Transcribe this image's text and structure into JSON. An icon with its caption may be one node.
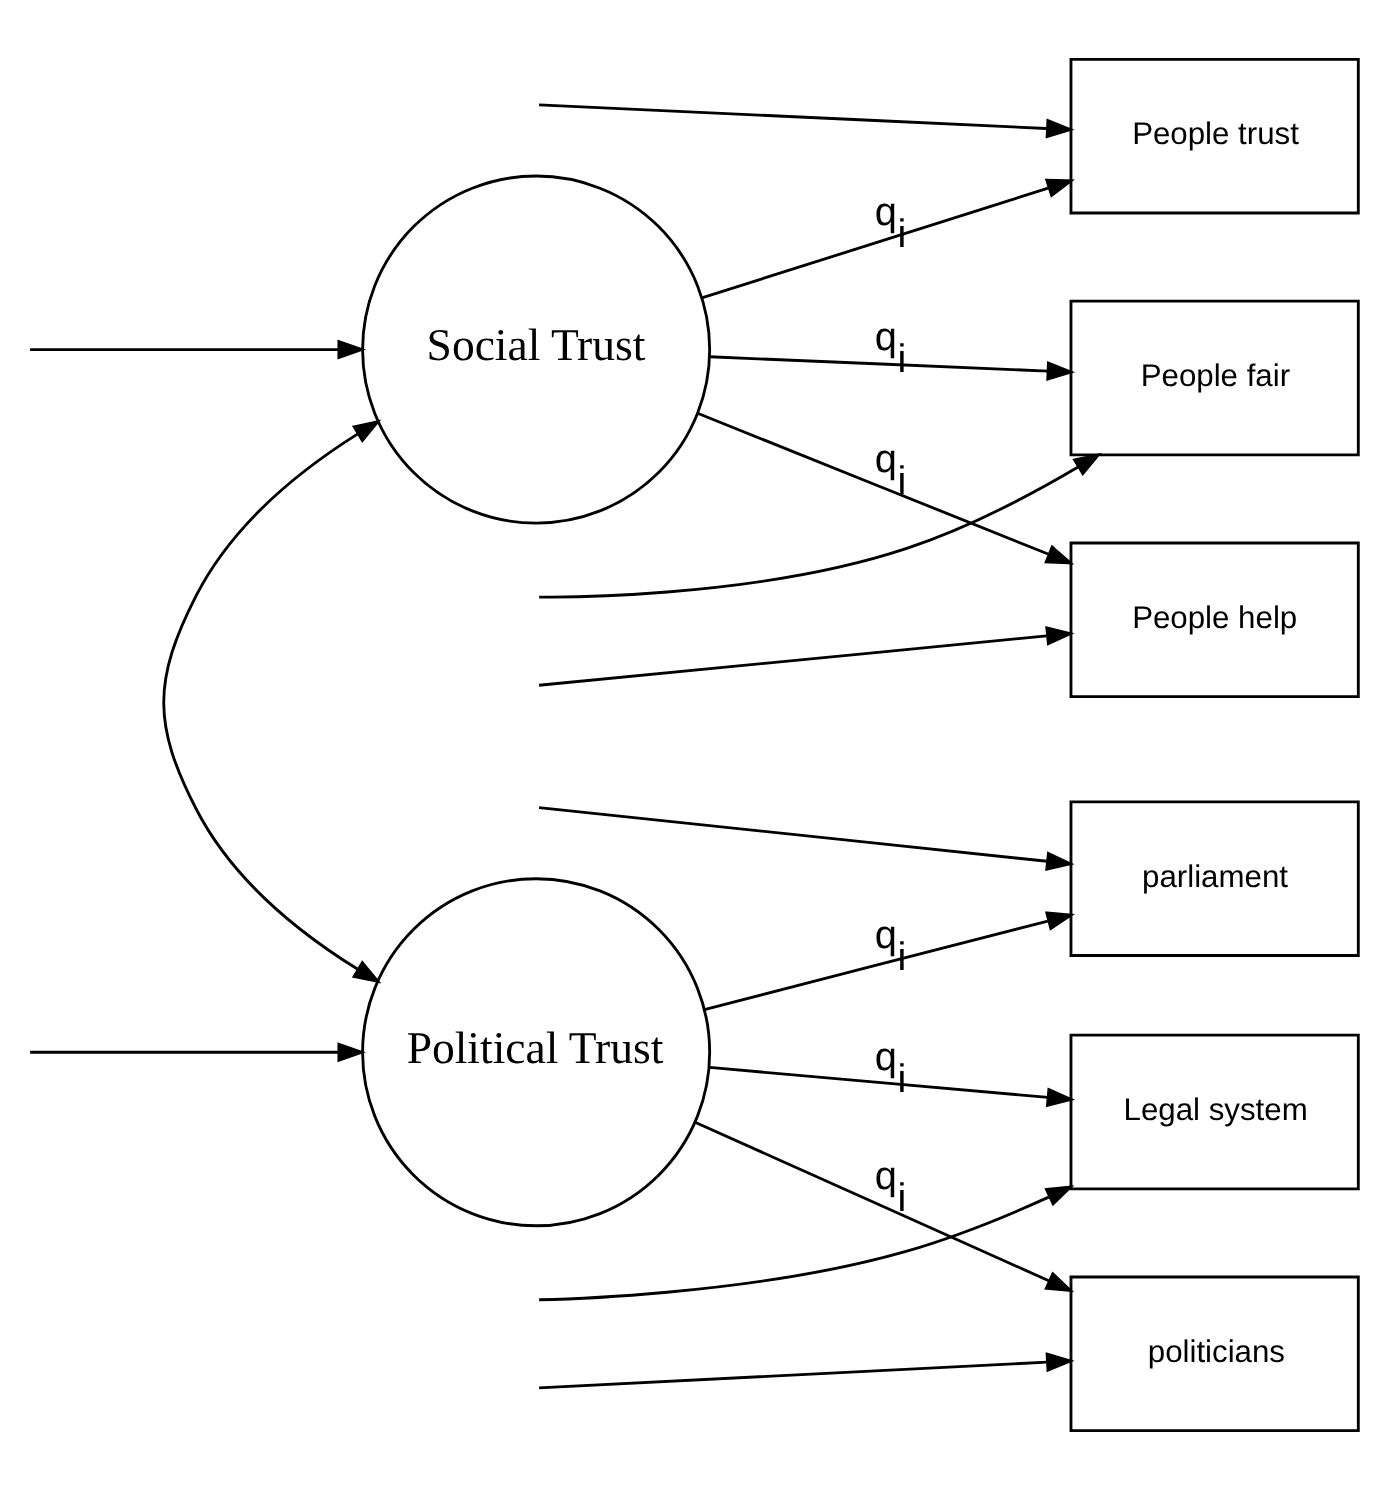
{
  "diagram": {
    "nodes": [
      {
        "text": [
          "Social Trust"
        ]
      },
      {
        "text": [
          "People trust"
        ]
      },
      {
        "text": [
          "People fair"
        ]
      },
      {
        "text": [
          "People help"
        ]
      },
      {
        "text": [
          "Political Trust"
        ]
      },
      {
        "text": [
          "parliament"
        ]
      },
      {
        "text": [
          "Legal system"
        ]
      },
      {
        "text": [
          "politicians"
        ]
      }
    ],
    "edges": [
      {
        "from": null,
        "to": 0,
        "arrow": "to"
      },
      {
        "from": null,
        "to": 1,
        "arrow": "to"
      },
      {
        "from": null,
        "to": 2,
        "arrow": "to"
      },
      {
        "from": null,
        "to": 3,
        "arrow": "to"
      },
      {
        "from": null,
        "to": 4,
        "arrow": "to"
      },
      {
        "from": null,
        "to": 5,
        "arrow": "to"
      },
      {
        "from": null,
        "to": 6,
        "arrow": "to"
      },
      {
        "from": null,
        "to": 7,
        "arrow": "to"
      },
      {
        "from": 0,
        "to": 1,
        "arrow": "to",
        "label": "q$_{i}$"
      },
      {
        "from": 0,
        "to": 2,
        "arrow": "to",
        "label": "q$_{i}$"
      },
      {
        "from": 0,
        "to": 3,
        "arrow": "to",
        "label": "q$_{i}$"
      },
      {
        "from": 4,
        "to": 5,
        "arrow": "to",
        "label": "q$_{i}$"
      },
      {
        "from": 4,
        "to": 6,
        "arrow": "to",
        "label": "q$_{i}$"
      },
      {
        "from": 4,
        "to": 7,
        "arrow": "to",
        "label": "q$_{i}$"
      },
      {
        "from": 0,
        "to": 4,
        "arrow": "both"
      }
    ]
  }
}
